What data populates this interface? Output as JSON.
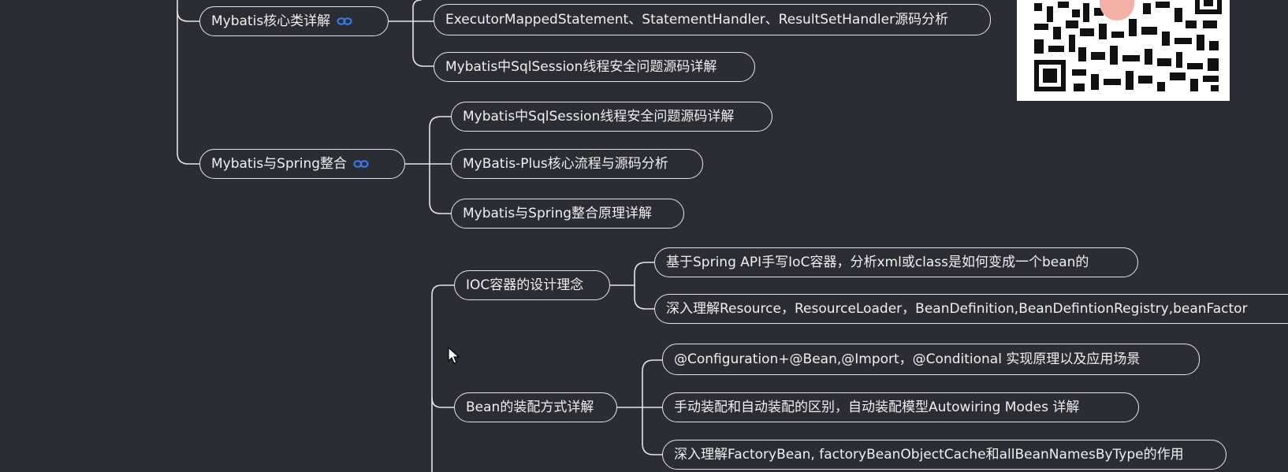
{
  "mindmap": {
    "mybatis_core": {
      "label": "Mybatis核心类详解",
      "children": [
        "ExecutorMappedStatement、StatementHandler、ResultSetHandler源码分析",
        "Mybatis中SqlSession线程安全问题源码详解"
      ]
    },
    "mybatis_spring": {
      "label": "Mybatis与Spring整合",
      "children": [
        "Mybatis中SqlSession线程安全问题源码详解",
        "MyBatis-Plus核心流程与源码分析",
        "Mybatis与Spring整合原理详解"
      ]
    },
    "ioc_design": {
      "label": "IOC容器的设计理念",
      "children": [
        "基于Spring API手写IoC容器，分析xml或class是如何变成一个bean的",
        "深入理解Resource，ResourceLoader，BeanDefinition,BeanDefintionRegistry,beanFactor"
      ]
    },
    "bean_assembly": {
      "label": "Bean的装配方式详解",
      "children": [
        "@Configuration+@Bean,@Import，@Conditional 实现原理以及应用场景",
        "手动装配和自动装配的区别，自动装配模型Autowiring Modes 详解",
        "深入理解FactoryBean, factoryBeanObjectCache和allBeanNamesByType的作用"
      ]
    }
  },
  "icons": {
    "link": "link-icon",
    "qr": "qr-code-icon",
    "cursor": "mouse-cursor-icon"
  },
  "colors": {
    "background": "#2a2d34",
    "line": "#e6e6e6",
    "link_icon": "#3a7bf0"
  }
}
